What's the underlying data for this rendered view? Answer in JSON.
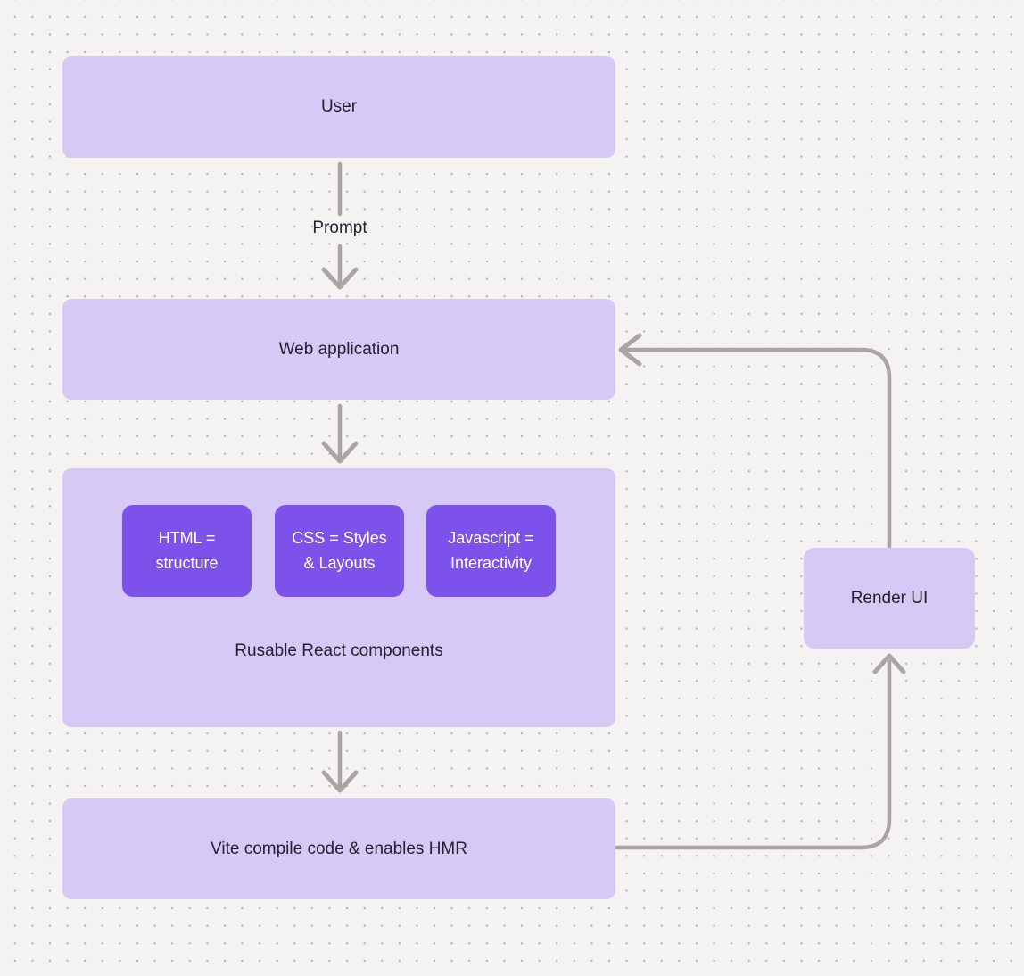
{
  "nodes": {
    "user": {
      "label": "User"
    },
    "web_application": {
      "label": "Web application"
    },
    "components": {
      "caption": "Rusable React components",
      "items": [
        {
          "label": "HTML = structure"
        },
        {
          "label": "CSS = Styles & Layouts"
        },
        {
          "label": "Javascript = Interactivity"
        }
      ]
    },
    "vite": {
      "label": "Vite compile code & enables HMR"
    },
    "render_ui": {
      "label": "Render UI"
    }
  },
  "edges": {
    "prompt_label": "Prompt"
  },
  "colors": {
    "background": "#f4f3f1",
    "dot": "#b5b2af",
    "node_fill_light": "#d7c9f6",
    "node_fill_accent": "#7c52ea",
    "arrow": "#a8a5a3",
    "text_dark": "#222130",
    "text_light": "#ffffff"
  }
}
